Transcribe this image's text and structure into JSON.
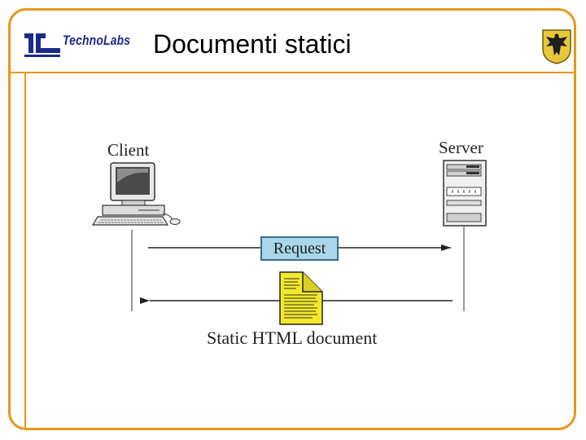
{
  "header": {
    "logo_text": "TechnoLabs",
    "title": "Documenti statici"
  },
  "diagram": {
    "client_label": "Client",
    "server_label": "Server",
    "request_label": "Request",
    "response_label": "Static HTML document"
  },
  "colors": {
    "frame": "#e8961e",
    "request_fill": "#a9d6ea",
    "document_fill": "#f3e928"
  }
}
